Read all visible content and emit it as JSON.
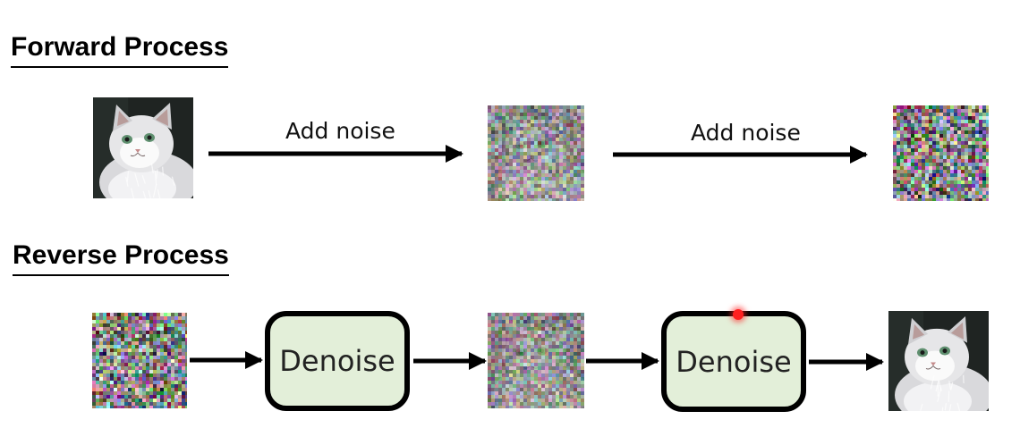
{
  "forward": {
    "title": "Forward Process",
    "arrow1_label": "Add noise",
    "arrow2_label": "Add noise",
    "images": [
      "cat-image",
      "partially-noised-cat-image",
      "pure-noise-image"
    ]
  },
  "reverse": {
    "title": "Reverse Process",
    "denoise1_label": "Denoise",
    "denoise2_label": "Denoise",
    "images": [
      "pure-noise-image",
      "partially-noised-cat-image",
      "cat-image"
    ]
  },
  "colors": {
    "denoise_fill": "#e3efd9",
    "denoise_border": "#000000",
    "arrow": "#000000",
    "title_underline": "#000000",
    "pointer": "#ff2020"
  }
}
